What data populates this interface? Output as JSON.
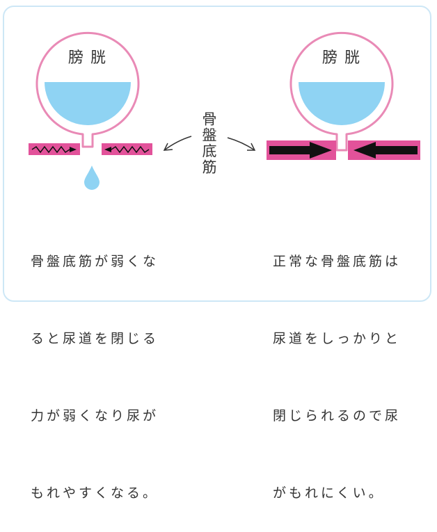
{
  "left": {
    "bladder_label": "膀胱",
    "caption_lines": [
      "骨盤底筋が弱くな",
      "ると尿道を閉じる",
      "力が弱くなり尿が",
      "もれやすくなる。"
    ]
  },
  "right": {
    "bladder_label": "膀胱",
    "caption_lines": [
      "正常な骨盤底筋は",
      "尿道をしっかりと",
      "閉じられるので尿",
      "がもれにくい。"
    ]
  },
  "muscle_label": "骨盤底筋",
  "colors": {
    "border": "#cde7f6",
    "bladder_outline": "#e98ab6",
    "urine": "#8fd3f3",
    "muscle": "#e2529a",
    "arrow": "#111111",
    "text": "#333333"
  }
}
